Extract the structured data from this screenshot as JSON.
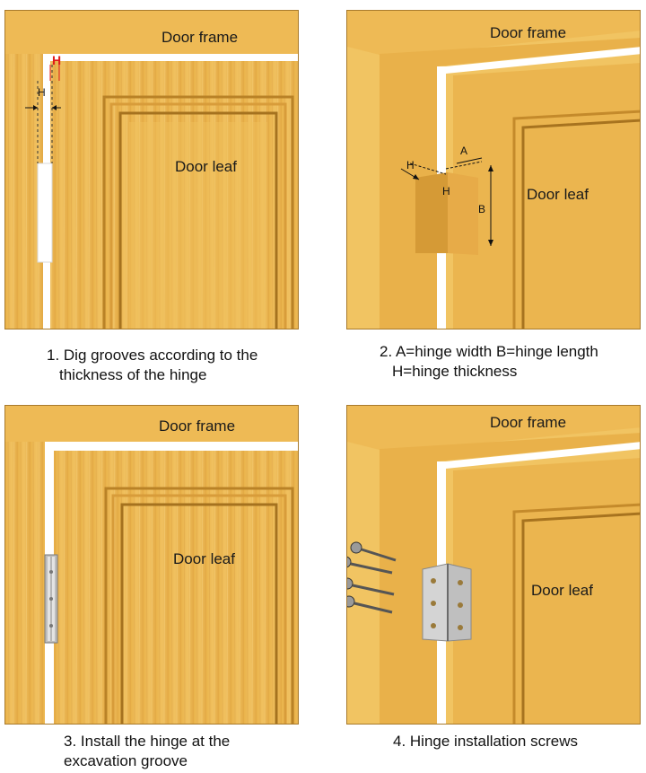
{
  "colors": {
    "wood": "#eab54e",
    "wood_light": "#f2c566",
    "wood_dark": "#c98f2d",
    "groove": "#ffffff",
    "highlight_h": "#e01b1b",
    "hinge_metal": "#c9c9c9"
  },
  "panels": [
    {
      "frame_label": "Door frame",
      "leaf_label": "Door leaf",
      "h_marker": "H",
      "h_side": "H",
      "caption": [
        "1. Dig grooves according to the",
        "thickness of the hinge"
      ]
    },
    {
      "frame_label": "Door frame",
      "leaf_label": "Door leaf",
      "dim_h": "H",
      "dim_a": "A",
      "dim_b": "B",
      "dim_h_inner": "H",
      "caption": [
        "2. A=hinge width B=hinge length",
        "H=hinge thickness"
      ]
    },
    {
      "frame_label": "Door frame",
      "leaf_label": "Door leaf",
      "caption": [
        "3. Install the hinge at the",
        "excavation groove"
      ]
    },
    {
      "frame_label": "Door frame",
      "leaf_label": "Door leaf",
      "caption": [
        "4. Hinge installation screws"
      ]
    }
  ],
  "icons": [
    "hinge-icon",
    "screw-icon"
  ]
}
